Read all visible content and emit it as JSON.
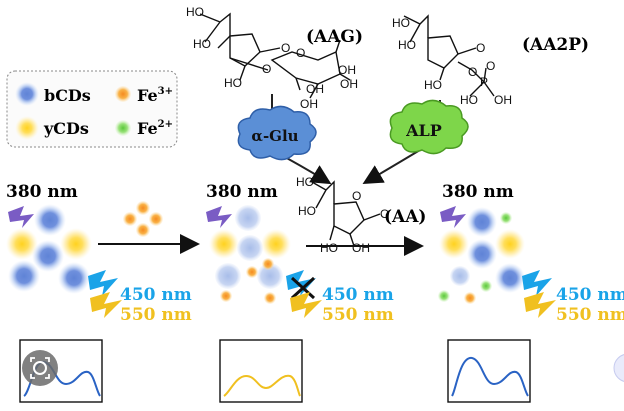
{
  "legend": {
    "bcds": "bCDs",
    "ycds": "yCDs",
    "fe3_base": "Fe",
    "fe3_sup": "3+",
    "fe2_base": "Fe",
    "fe2_sup": "2+"
  },
  "molecules": {
    "aag_label": "(AAG)",
    "aa2p_label": "(AA2P)",
    "aa_label": "(AA)",
    "atoms": {
      "ho": "HO",
      "oh": "OH",
      "o": "O",
      "p": "P",
      "hydroxyl_h": "H"
    }
  },
  "enzymes": {
    "alpha_glu": "α-Glu",
    "alp": "ALP"
  },
  "excitation": {
    "panel1": "380 nm",
    "panel2": "380 nm",
    "panel3": "380 nm"
  },
  "emission": {
    "blue": "450 nm",
    "yellow": "550 nm"
  },
  "colors": {
    "bcds": "#4f74c8",
    "ycds": "#f2c21a",
    "fe3": "#f5a623",
    "fe2": "#7ed957",
    "enzyme_glu": "#5b8fd6",
    "enzyme_alp": "#7ed64a",
    "emission_blue": "#1aa3e8",
    "emission_yellow": "#f0c020",
    "excitation_violet": "#7a5cc4"
  },
  "spectra": [
    {
      "panel": 1,
      "color": "#2a63c4",
      "shape": "blue-dominant"
    },
    {
      "panel": 2,
      "color": "#f0c020",
      "shape": "yellow-only"
    },
    {
      "panel": 3,
      "color": "#2a63c4",
      "shape": "blue-dominant"
    }
  ]
}
